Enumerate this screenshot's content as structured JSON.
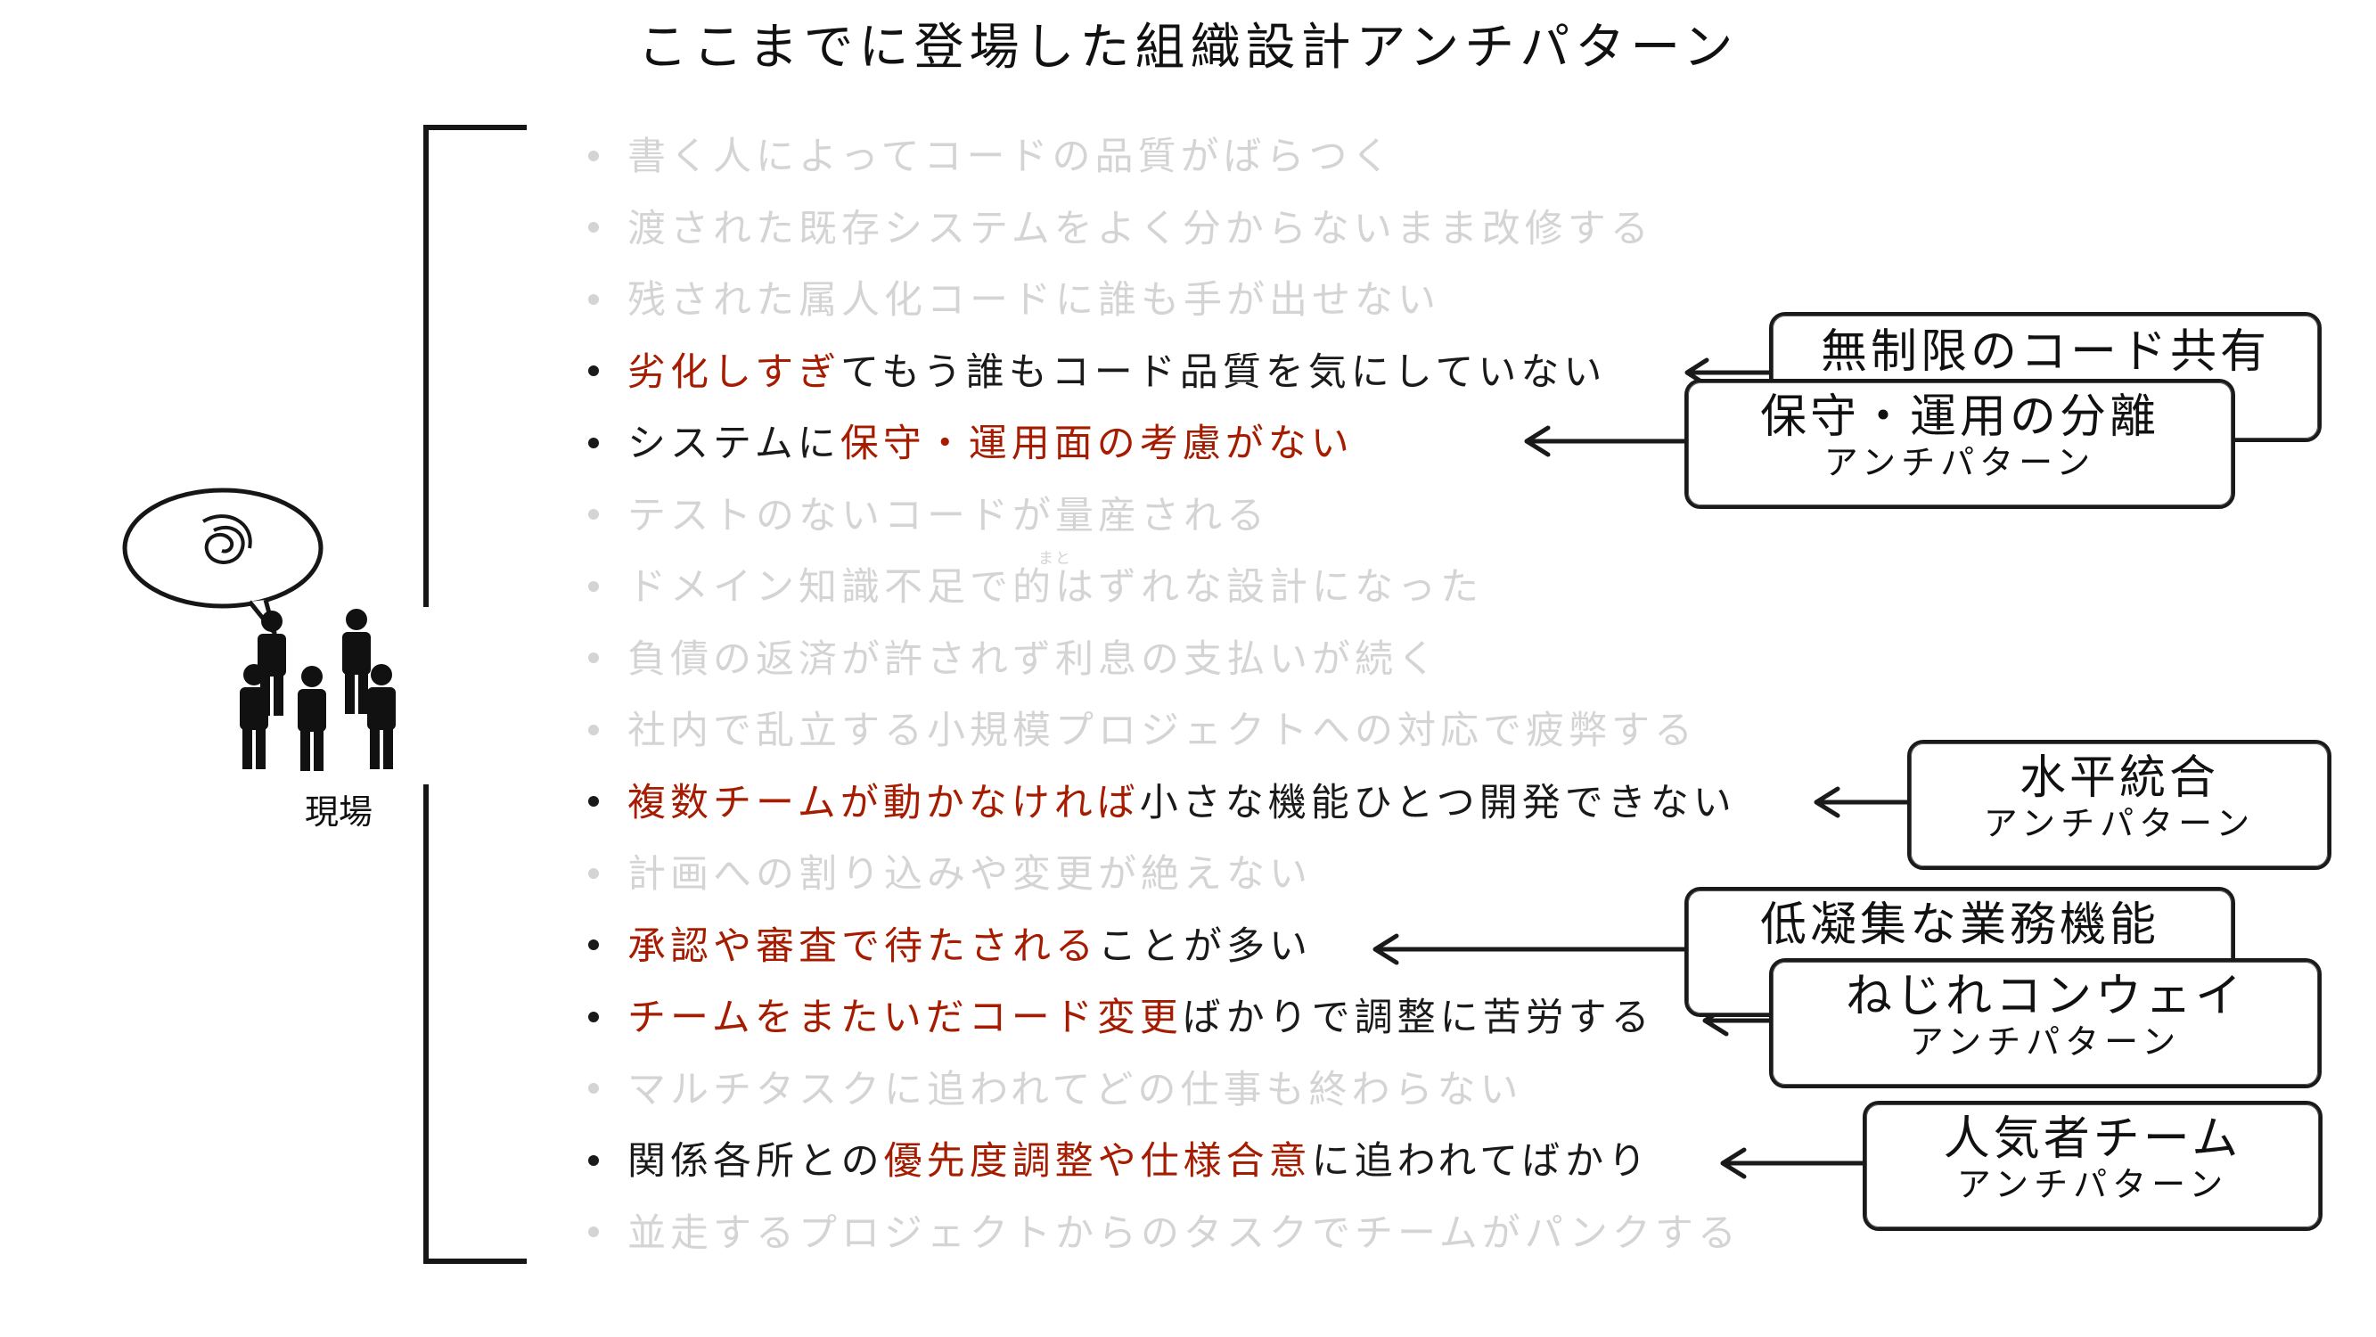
{
  "title": "ここまでに登場した組織設計アンチパターン",
  "actor_label": "現場",
  "ruby_text": "まと",
  "items": [
    {
      "state": "dim",
      "parts": [
        {
          "text": "書く人によってコードの品質がばらつく",
          "emph": false
        }
      ]
    },
    {
      "state": "dim",
      "parts": [
        {
          "text": "渡された既存システムをよく分からないまま改修する",
          "emph": false
        }
      ]
    },
    {
      "state": "dim",
      "parts": [
        {
          "text": "残された属人化コードに誰も手が出せない",
          "emph": false
        }
      ]
    },
    {
      "state": "hl",
      "parts": [
        {
          "text": "劣化しすぎ",
          "emph": true
        },
        {
          "text": "てもう誰もコード品質を気にしていない",
          "emph": false
        }
      ]
    },
    {
      "state": "hl",
      "parts": [
        {
          "text": "システムに",
          "emph": false
        },
        {
          "text": "保守・運用面の考慮がない",
          "emph": true
        }
      ]
    },
    {
      "state": "dim",
      "parts": [
        {
          "text": "テストのないコードが量産される",
          "emph": false
        }
      ]
    },
    {
      "state": "dim",
      "parts": [
        {
          "text": "ドメイン知識不足で的はずれな設計になった",
          "emph": false
        }
      ]
    },
    {
      "state": "dim",
      "parts": [
        {
          "text": "負債の返済が許されず利息の支払いが続く",
          "emph": false
        }
      ]
    },
    {
      "state": "dim",
      "parts": [
        {
          "text": "社内で乱立する小規模プロジェクトへの対応で疲弊する",
          "emph": false
        }
      ]
    },
    {
      "state": "hl",
      "parts": [
        {
          "text": "複数チームが動かなければ",
          "emph": true
        },
        {
          "text": "小さな機能ひとつ開発できない",
          "emph": false
        }
      ]
    },
    {
      "state": "dim",
      "parts": [
        {
          "text": "計画への割り込みや変更が絶えない",
          "emph": false
        }
      ]
    },
    {
      "state": "hl",
      "parts": [
        {
          "text": "承認や審査で待たされる",
          "emph": true
        },
        {
          "text": "ことが多い",
          "emph": false
        }
      ]
    },
    {
      "state": "hl",
      "parts": [
        {
          "text": "チームをまたいだコード変更",
          "emph": true
        },
        {
          "text": "ばかりで調整に苦労する",
          "emph": false
        }
      ]
    },
    {
      "state": "dim",
      "parts": [
        {
          "text": "マルチタスクに追われてどの仕事も終わらない",
          "emph": false
        }
      ]
    },
    {
      "state": "hl",
      "parts": [
        {
          "text": "関係各所との",
          "emph": false
        },
        {
          "text": "優先度調整や仕様合意",
          "emph": true
        },
        {
          "text": "に追われてばかり",
          "emph": false
        }
      ]
    },
    {
      "state": "dim",
      "parts": [
        {
          "text": "並走するプロジェクトからのタスクでチームがパンクする",
          "emph": false
        }
      ]
    }
  ],
  "patterns": {
    "unlimited_code_sharing": {
      "name": "無制限のコード共有"
    },
    "ops_separation": {
      "name": "保守・運用の分離",
      "sub": "アンチパターン"
    },
    "horizontal_integration": {
      "name": "水平統合",
      "sub": "アンチパターン"
    },
    "low_cohesion": {
      "name": "低凝集な業務機能"
    },
    "twisted_conway": {
      "name": "ねじれコンウェイ",
      "sub": "アンチパターン"
    },
    "popular_team": {
      "name": "人気者チーム",
      "sub": "アンチパターン"
    }
  },
  "colors": {
    "emphasis": "#a61c00",
    "dimmed": "#d4d4d4",
    "ink": "#1a1a1a"
  }
}
